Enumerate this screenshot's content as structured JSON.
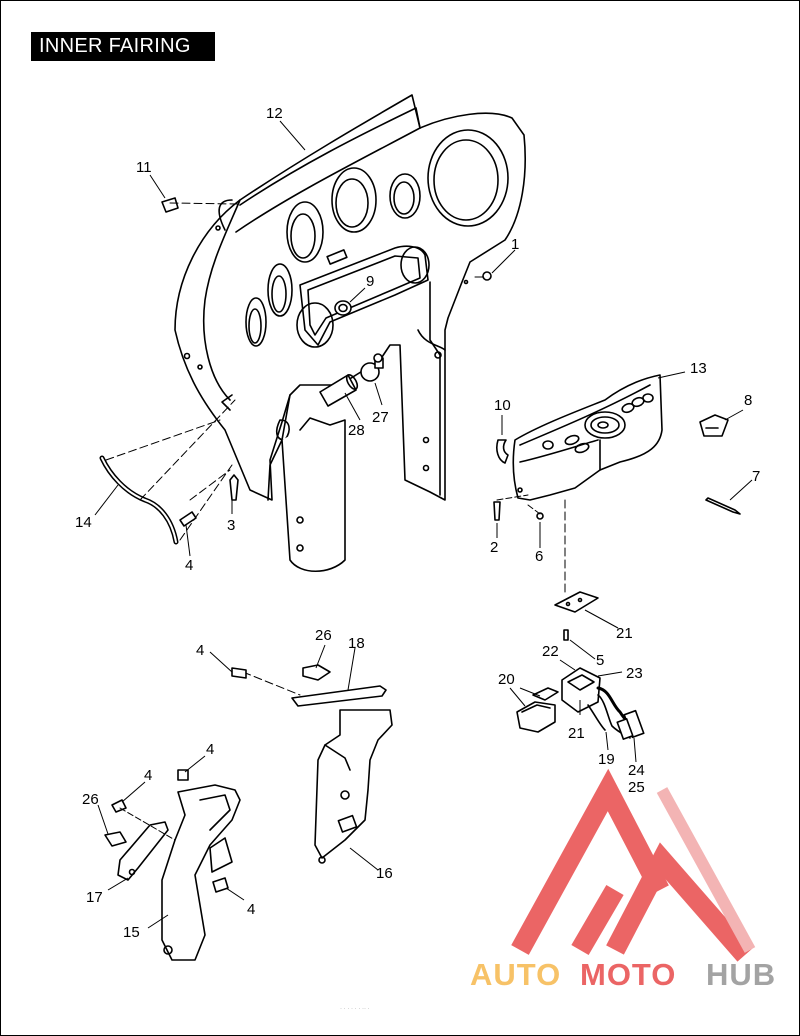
{
  "title": "INNER FAIRING",
  "callouts": [
    "1",
    "2",
    "3",
    "4",
    "5",
    "6",
    "7",
    "8",
    "9",
    "10",
    "11",
    "12",
    "13",
    "14",
    "15",
    "16",
    "17",
    "18",
    "19",
    "20",
    "21",
    "22",
    "23",
    "24",
    "25",
    "26",
    "27",
    "28"
  ],
  "watermark": {
    "part1": "AUTO",
    "part2": "MOTO",
    "part3": "HUB",
    "color_red": "#e63b3b",
    "color_orange": "#f5b13d",
    "color_gray": "#8a8a8a"
  },
  "footer_text": "· · ·  · · ·  ·· ·"
}
